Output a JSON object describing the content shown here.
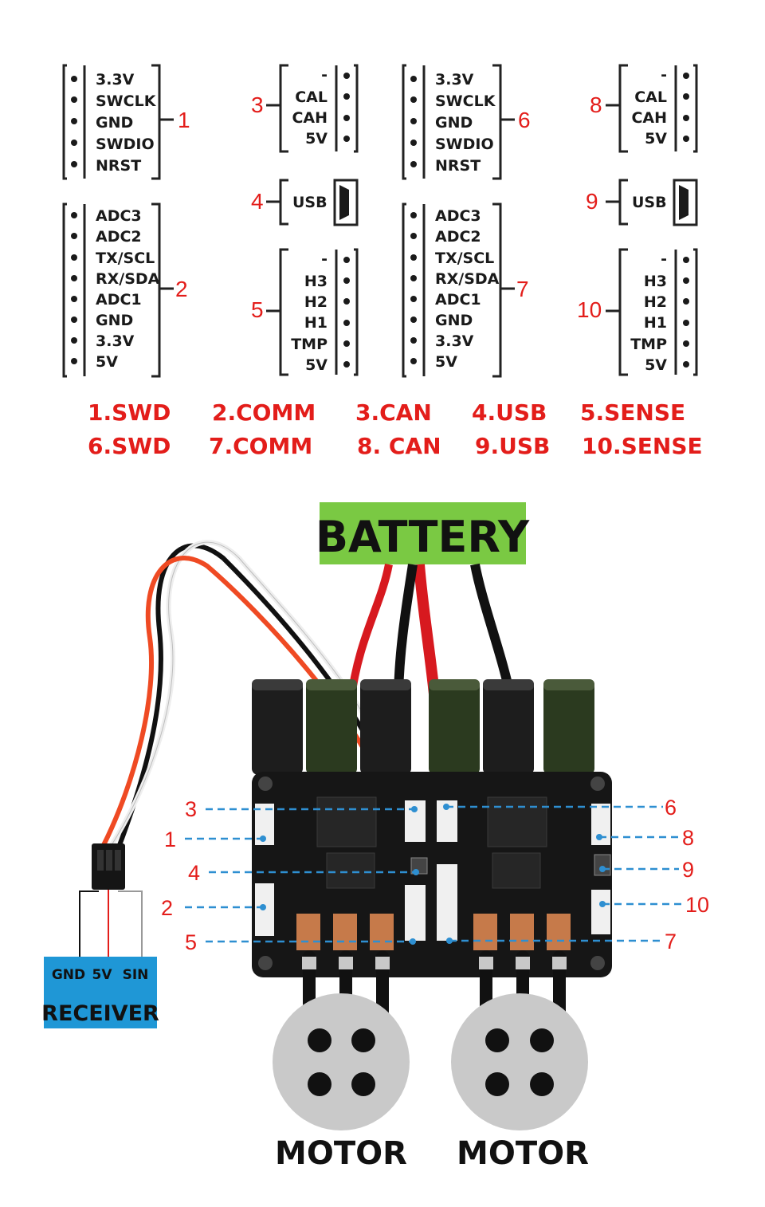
{
  "connectors": [
    {
      "num": "1",
      "pins": [
        "3.3V",
        "SWCLK",
        "GND",
        "SWDIO",
        "NRST"
      ]
    },
    {
      "num": "2",
      "pins": [
        "ADC3",
        "ADC2",
        "TX/SCL",
        "RX/SDA",
        "ADC1",
        "GND",
        "3.3V",
        "5V"
      ]
    },
    {
      "num": "3",
      "pins": [
        "-",
        "CAL",
        "CAH",
        "5V"
      ]
    },
    {
      "num": "4",
      "pins": [
        "USB"
      ]
    },
    {
      "num": "5",
      "pins": [
        "-",
        "H3",
        "H2",
        "H1",
        "TMP",
        "5V"
      ]
    },
    {
      "num": "6",
      "pins": [
        "3.3V",
        "SWCLK",
        "GND",
        "SWDIO",
        "NRST"
      ]
    },
    {
      "num": "7",
      "pins": [
        "ADC3",
        "ADC2",
        "TX/SCL",
        "RX/SDA",
        "ADC1",
        "GND",
        "3.3V",
        "5V"
      ]
    },
    {
      "num": "8",
      "pins": [
        "-",
        "CAL",
        "CAH",
        "5V"
      ]
    },
    {
      "num": "9",
      "pins": [
        "USB"
      ]
    },
    {
      "num": "10",
      "pins": [
        "-",
        "H3",
        "H2",
        "H1",
        "TMP",
        "5V"
      ]
    }
  ],
  "legend": {
    "row1": [
      "1.SWD",
      "2.COMM",
      "3.CAN",
      "4.USB",
      "5.SENSE"
    ],
    "row2": [
      "6.SWD",
      "7.COMM",
      "8. CAN",
      "9.USB",
      "10.SENSE"
    ]
  },
  "battery_label": "BATTERY",
  "receiver": {
    "pins": [
      "GND",
      "5V",
      "SIN"
    ],
    "label": "RECEIVER"
  },
  "motors": [
    "MOTOR",
    "MOTOR"
  ],
  "callouts_left": [
    "3",
    "1",
    "4",
    "2",
    "5"
  ],
  "callouts_right": [
    "6",
    "8",
    "9",
    "10",
    "7"
  ],
  "colors": {
    "accent_red": "#e31d1a",
    "battery_green": "#7ac943",
    "receiver_blue": "#1f97d6",
    "callout_blue": "#2e8fd1",
    "motor_gray": "#c9c9c9"
  }
}
